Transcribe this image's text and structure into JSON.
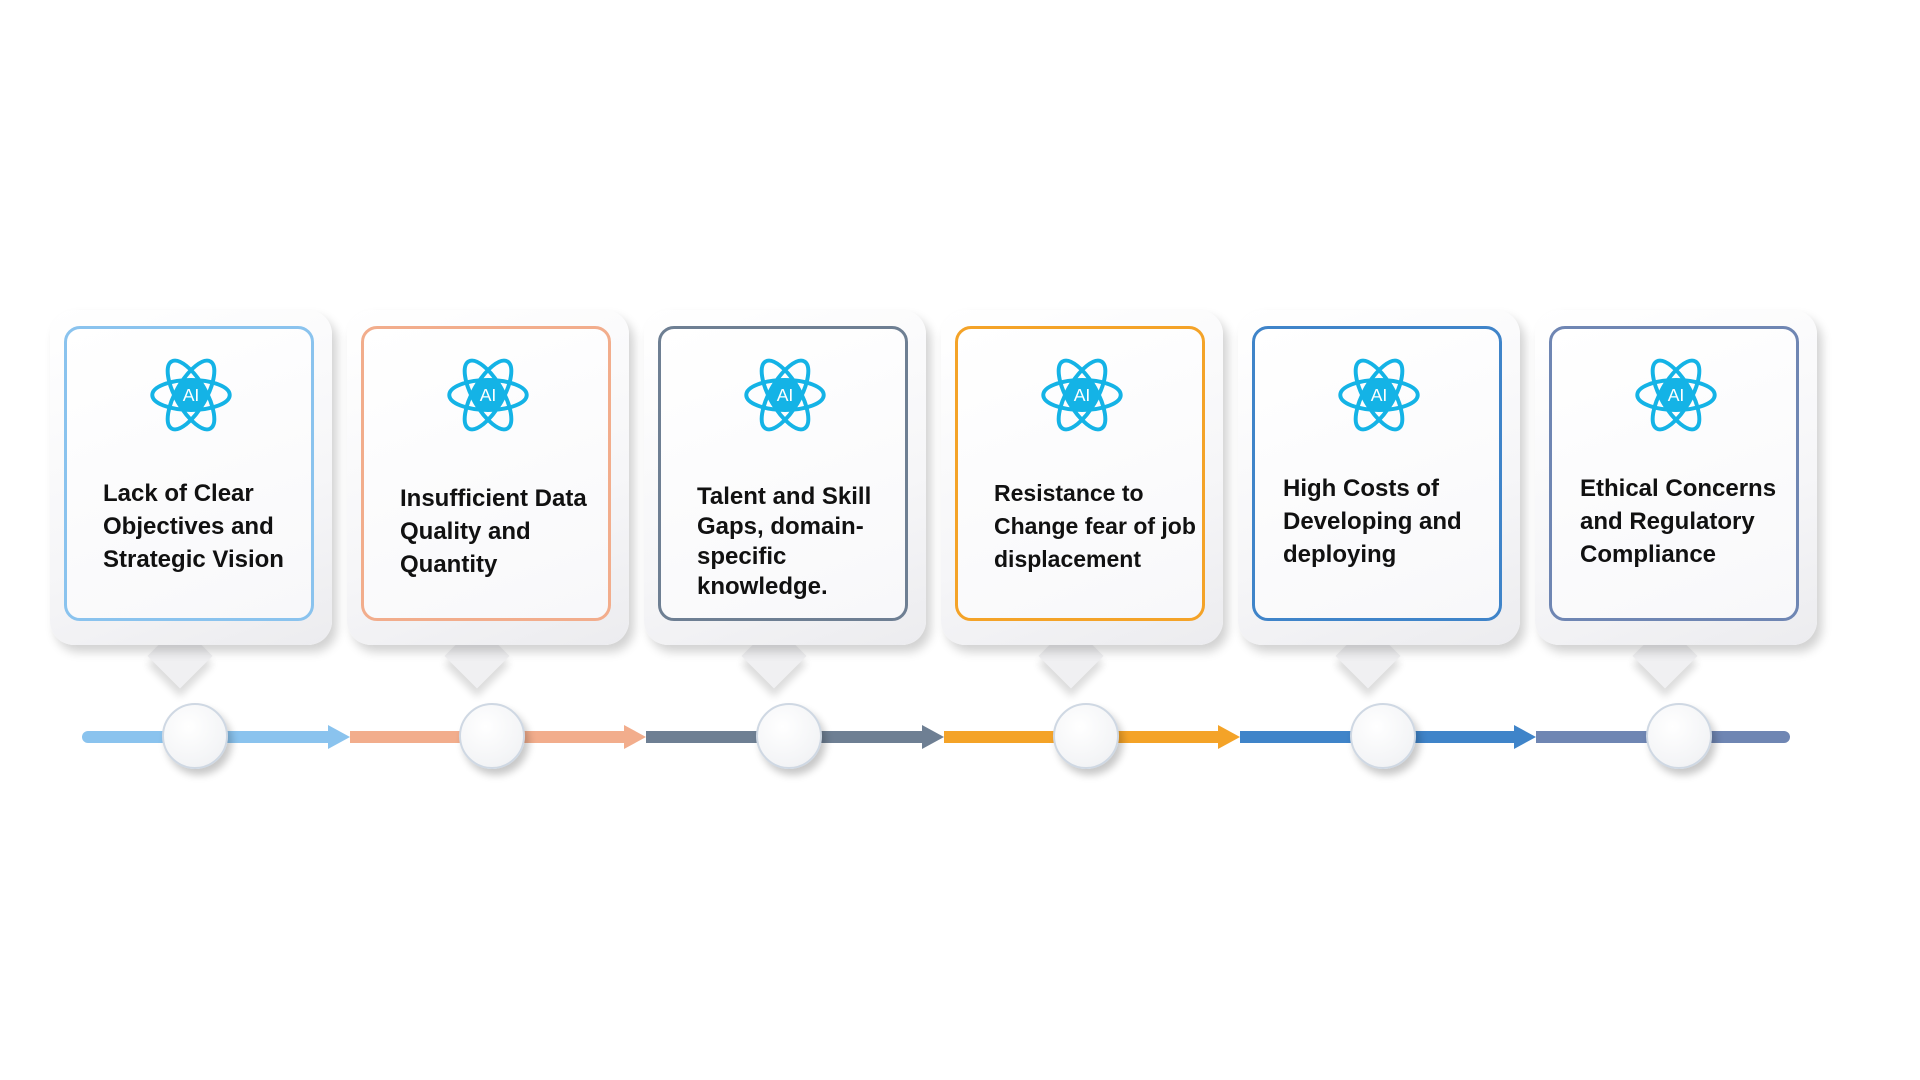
{
  "steps": [
    {
      "label": "Lack of Clear Objectives and Strategic Vision",
      "color": "#8ac3ee",
      "icon": "ai-atom-icon",
      "icon_text": "AI"
    },
    {
      "label": "Insufficient Data Quality and Quantity",
      "color": "#f2ad8c",
      "icon": "ai-atom-icon",
      "icon_text": "AI"
    },
    {
      "label": "Talent and Skill Gaps, domain-specific knowledge.",
      "color": "#6e7f93",
      "icon": "ai-atom-icon",
      "icon_text": "AI"
    },
    {
      "label": "Resistance to Change fear of job displacement",
      "color": "#f4a328",
      "icon": "ai-atom-icon",
      "icon_text": "AI"
    },
    {
      "label": "High Costs of Developing and deploying",
      "color": "#3f84c9",
      "icon": "ai-atom-icon",
      "icon_text": "AI"
    },
    {
      "label": "Ethical Concerns and Regulatory Compliance",
      "color": "#6f86b3",
      "icon": "ai-atom-icon",
      "icon_text": "AI"
    }
  ],
  "icon_color": "#14b3e6"
}
